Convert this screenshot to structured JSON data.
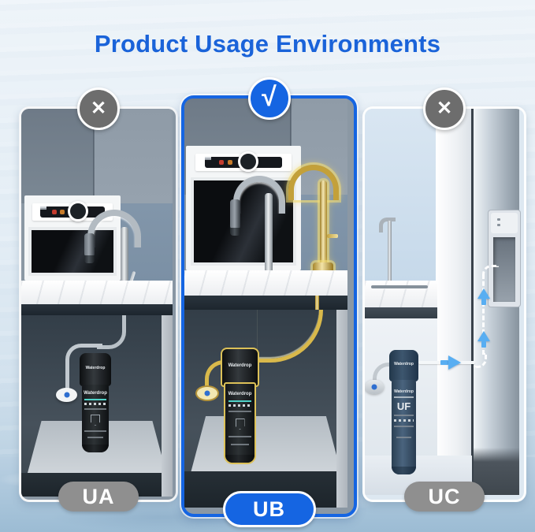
{
  "title": {
    "text": "Product Usage Environments"
  },
  "panels": [
    {
      "key": "UA",
      "badge_label": "UA",
      "mark": "cross",
      "mark_glyph": "✕",
      "filter": {
        "brand_head": "Waterdrop",
        "brand_body": "Waterdrop"
      }
    },
    {
      "key": "UB",
      "badge_label": "UB",
      "mark": "check",
      "mark_glyph": "√",
      "filter": {
        "brand_head": "Waterdrop",
        "brand_body": "Waterdrop"
      }
    },
    {
      "key": "UC",
      "badge_label": "UC",
      "mark": "cross",
      "mark_glyph": "✕",
      "filter": {
        "brand_head": "Waterdrop",
        "brand_body": "Waterdrop",
        "type_label": "UF"
      }
    }
  ],
  "colors": {
    "title_blue": "#1a63d9",
    "accent_blue": "#1565e2",
    "mark_gray": "#6d6d6d",
    "badge_gray": "#8f8f8f",
    "gold": "#d9b94b",
    "teal": "#4fd2c8",
    "arrow_blue": "#58aef2"
  }
}
